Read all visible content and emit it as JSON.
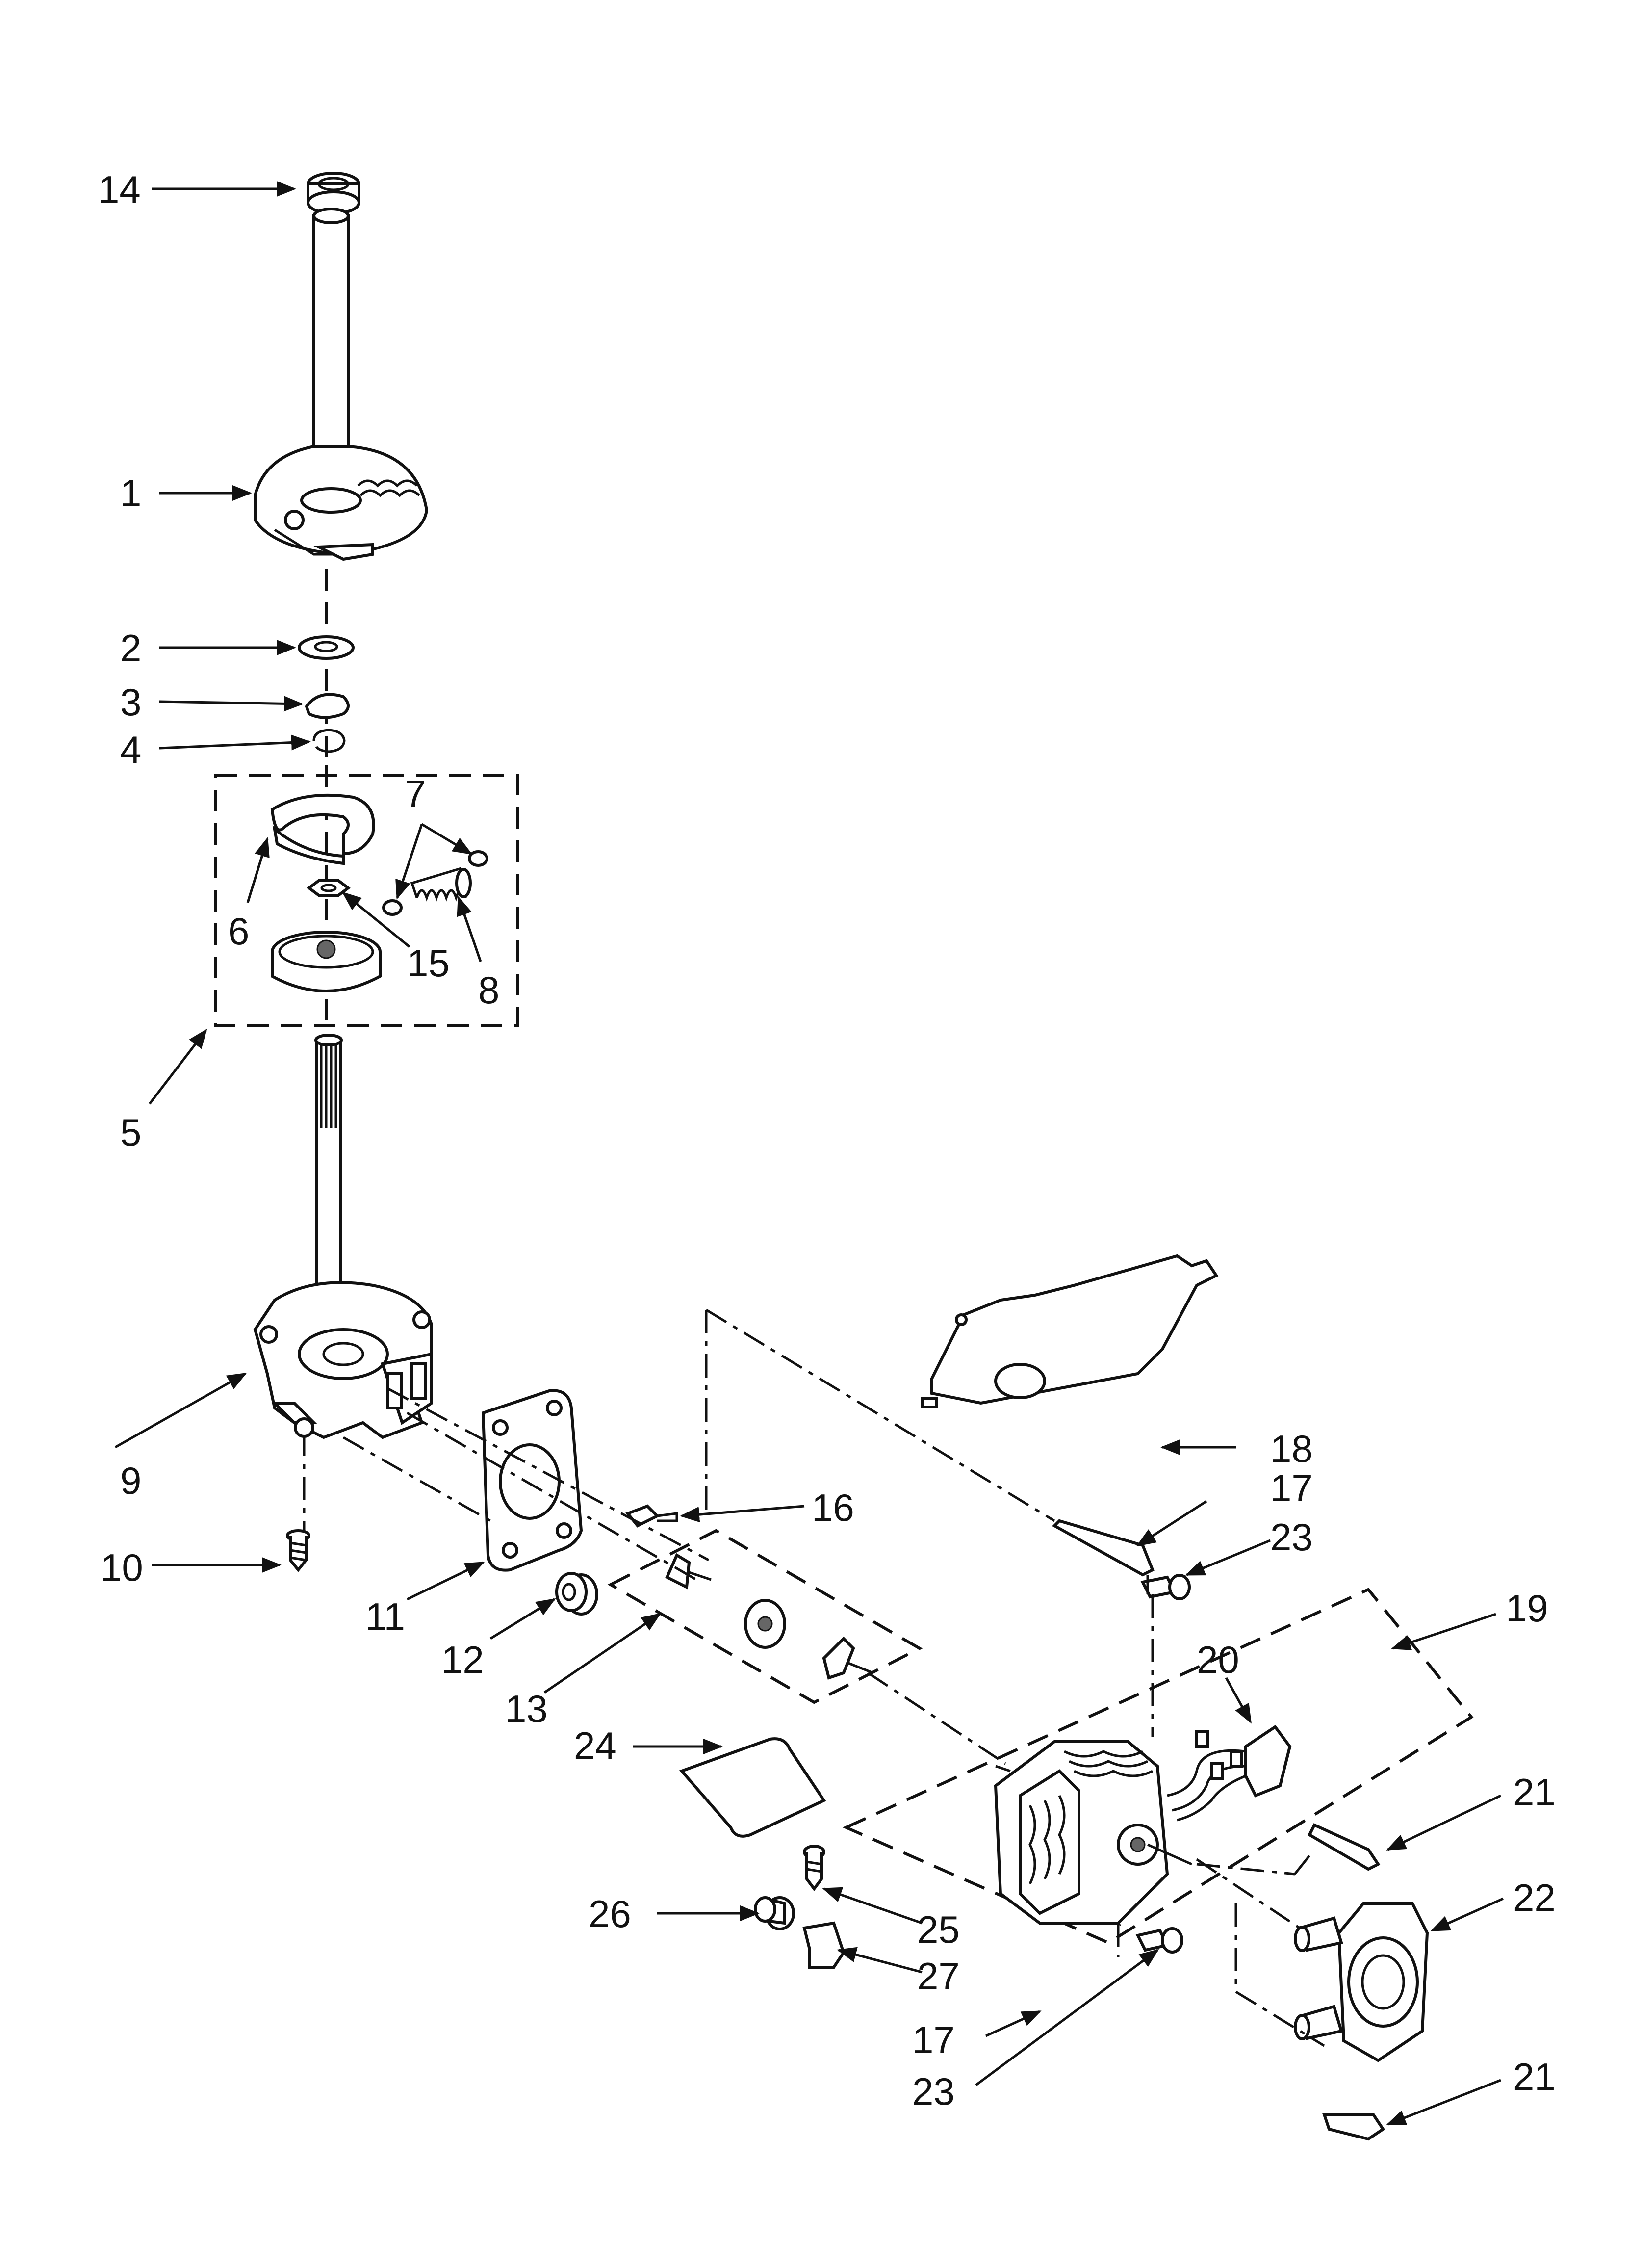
{
  "diagram": {
    "labels": {
      "p1": "1",
      "p2": "2",
      "p3": "3",
      "p4": "4",
      "p5": "5",
      "p6": "6",
      "p7": "7",
      "p8": "8",
      "p9": "9",
      "p10": "10",
      "p11": "11",
      "p12": "12",
      "p13": "13",
      "p14": "14",
      "p15": "15",
      "p16": "16",
      "p17a": "17",
      "p17b": "17",
      "p18": "18",
      "p19": "19",
      "p20": "20",
      "p21a": "21",
      "p21b": "21",
      "p22": "22",
      "p23a": "23",
      "p23b": "23",
      "p24": "24",
      "p25": "25",
      "p26": "26",
      "p27": "27"
    }
  }
}
